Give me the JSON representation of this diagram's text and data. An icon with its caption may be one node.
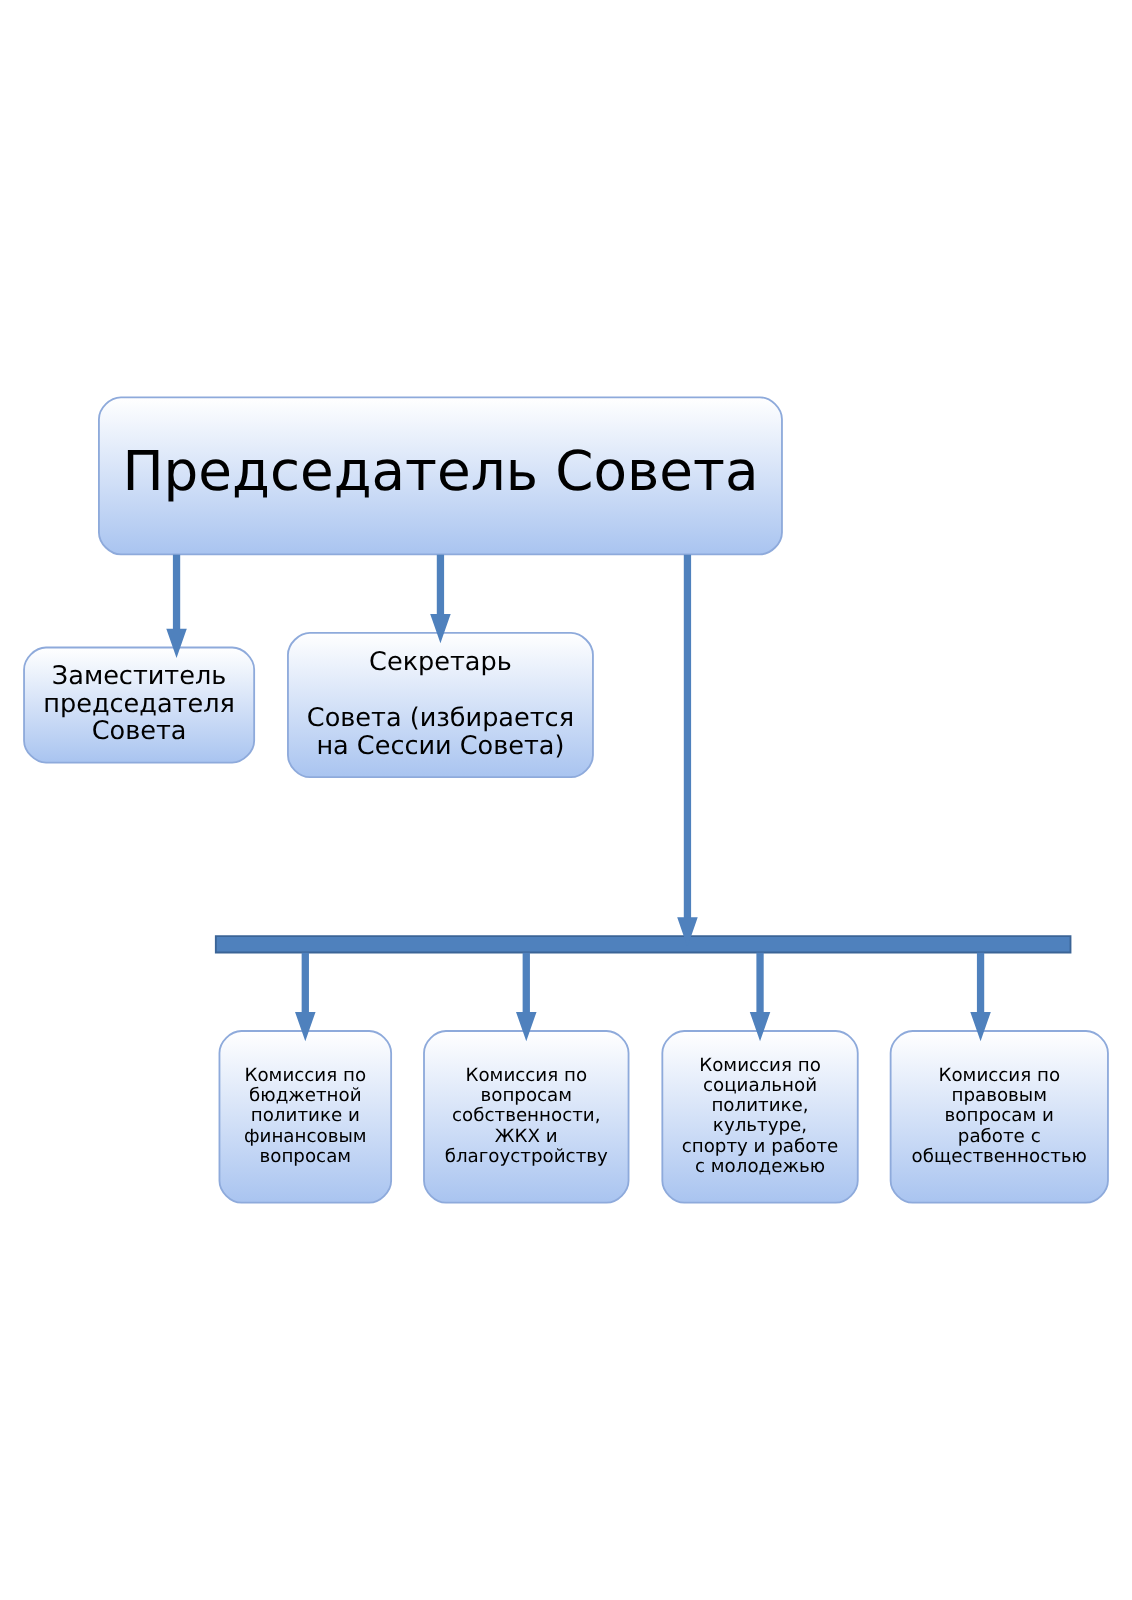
{
  "diagram": {
    "nodes": [
      {
        "text": [
          "Председатель Совета"
        ]
      },
      {
        "text": [
          "Заместитель председателя Совета"
        ]
      },
      {
        "text": [
          "Секретарь",
          "Совета (избирается на Сессии Совета)"
        ]
      },
      {
        "text": [],
        "shape": "bar"
      },
      {
        "text": [
          "Комиссия по бюджетной политике и финансовым вопросам"
        ]
      },
      {
        "text": [
          "Комиссия по вопросам собственности, ЖКХ и благоустройству"
        ]
      },
      {
        "text": [
          "Комиссия по социальной политике, культуре, спорту и работе с молодежью"
        ]
      },
      {
        "text": [
          "Комиссия по правовым вопросам и работе с общественностью"
        ]
      }
    ],
    "edges": [
      {
        "from": 0,
        "to": 1,
        "arrow": "to"
      },
      {
        "from": 0,
        "to": 3,
        "arrow": "to"
      },
      {
        "from": 0,
        "to": 2,
        "arrow": "to"
      },
      {
        "from": 3,
        "to": 4,
        "arrow": "to"
      },
      {
        "from": 3,
        "to": 5,
        "arrow": "to"
      },
      {
        "from": 3,
        "to": 6,
        "arrow": "to"
      },
      {
        "from": 3,
        "to": 7,
        "arrow": "to"
      }
    ]
  }
}
